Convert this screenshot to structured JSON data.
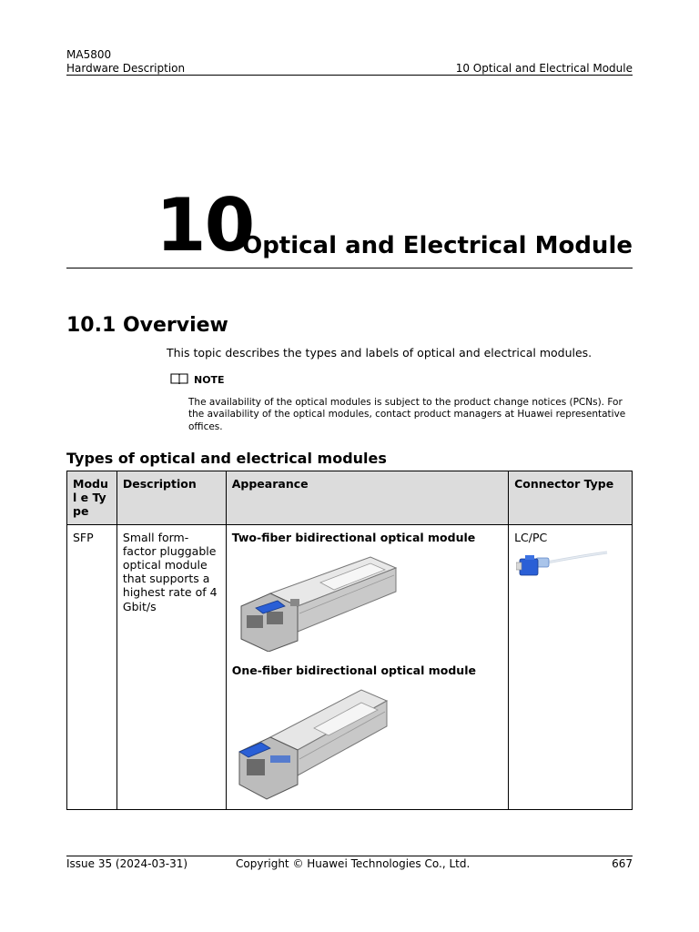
{
  "header": {
    "product": "MA5800",
    "doc_title": "Hardware Description",
    "chapter_ref": "10 Optical and Electrical Module"
  },
  "chapter": {
    "number": "10",
    "title": "Optical and Electrical Module"
  },
  "section": {
    "title": "10.1 Overview",
    "intro": "This topic describes the types and labels of optical and electrical modules.",
    "note_label": "NOTE",
    "note_text": "The availability of the optical modules is subject to the product change notices (PCNs). For the availability of the optical modules, contact product managers at Huawei representative offices."
  },
  "table": {
    "title": "Types of optical and electrical modules",
    "headers": [
      "Modul e Type",
      "Description",
      "Appearance",
      "Connector Type"
    ],
    "rows": [
      {
        "type": "SFP",
        "description": "Small form-factor pluggable optical module that supports a highest rate of 4 Gbit/s",
        "appearance_1": "Two-fiber bidirectional optical module",
        "appearance_2": "One-fiber bidirectional optical module",
        "connector": "LC/PC"
      }
    ]
  },
  "footer": {
    "issue": "Issue 35 (2024-03-31)",
    "copyright": "Copyright © Huawei Technologies Co., Ltd.",
    "page": "667"
  },
  "colors": {
    "header_bg": "#dcdcdc",
    "connector_blue": "#2a5fd6"
  }
}
